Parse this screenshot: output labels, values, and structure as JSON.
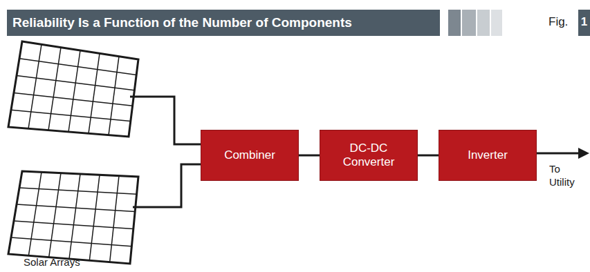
{
  "diagram": {
    "title": "Reliability Is a Function of the Number of Components",
    "nodes": [
      {
        "text": [
          "Combiner"
        ]
      },
      {
        "text": [
          "DC-DC Converter"
        ]
      },
      {
        "text": [
          "Inverter"
        ]
      }
    ],
    "edges": [
      {
        "from": 0,
        "to": 1,
        "arrow": "none"
      },
      {
        "from": 1,
        "to": 2,
        "arrow": "none"
      }
    ],
    "labels": [
      "Fig.",
      "1",
      "Solar Arrays",
      "To Utility"
    ]
  }
}
